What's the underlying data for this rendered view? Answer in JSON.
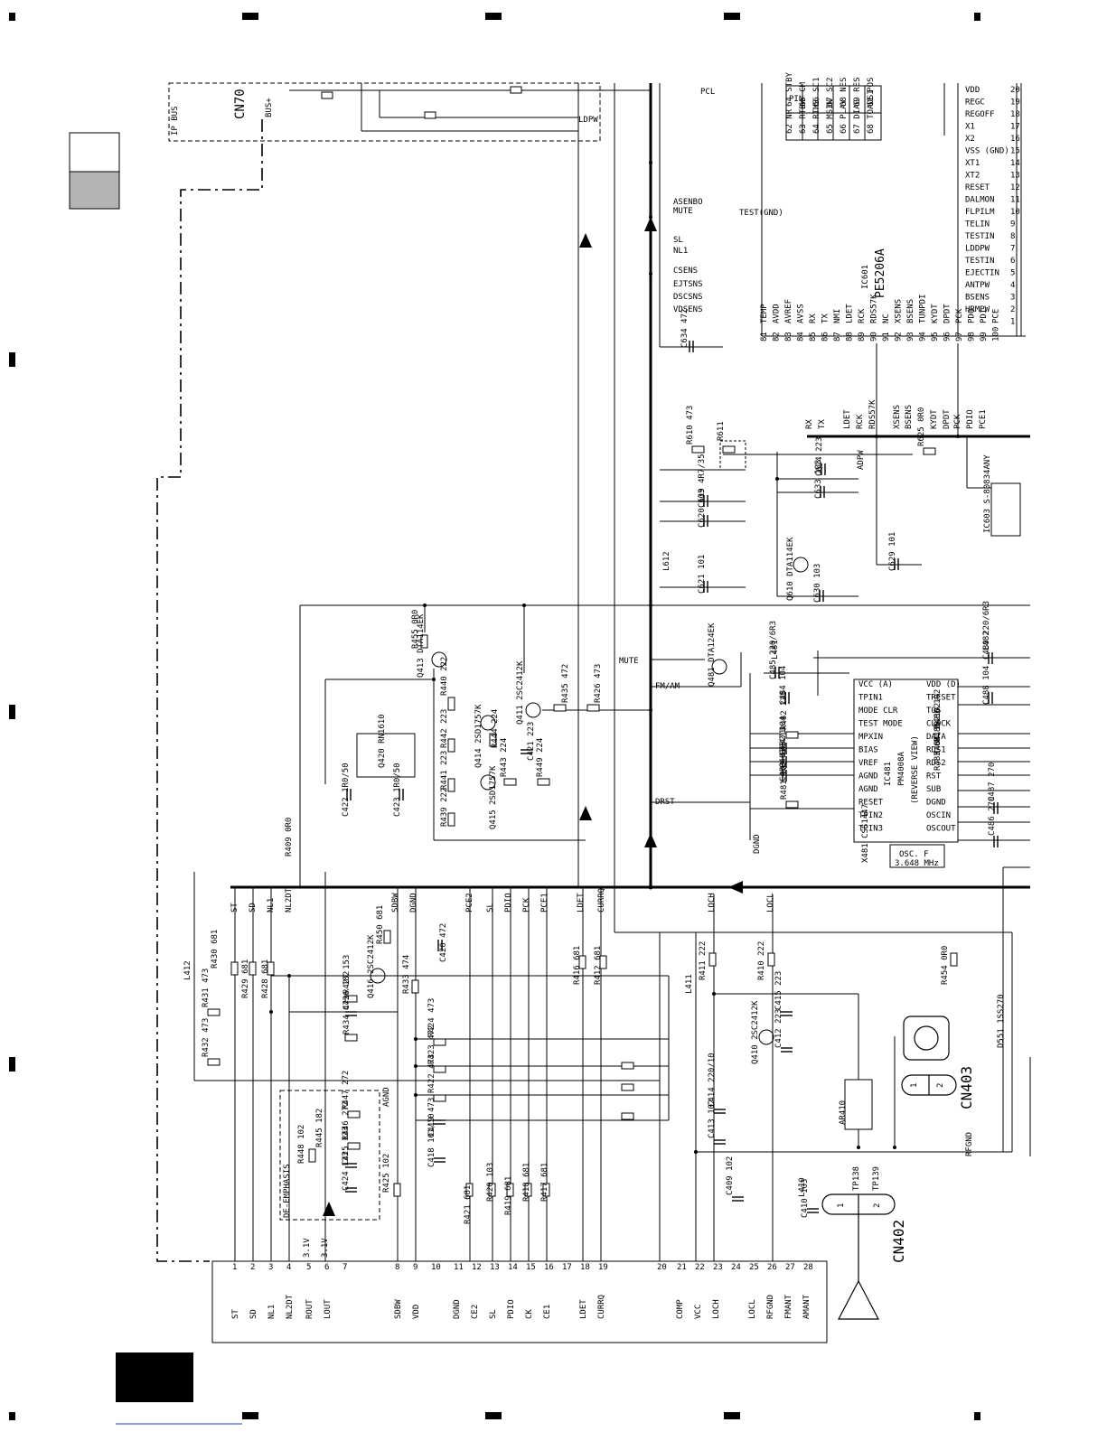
{
  "bus_labels": {
    "ip_bus": "IP BUS",
    "cn7": "CN70",
    "bus_plus": "BUS+"
  },
  "connector_bottom": {
    "pins": [
      "1",
      "2",
      "3",
      "4",
      "5",
      "6",
      "7",
      "8",
      "9",
      "10",
      "11",
      "12",
      "13",
      "14",
      "15",
      "16",
      "17",
      "18",
      "19",
      "20",
      "21",
      "22",
      "23",
      "24",
      "25",
      "26",
      "27",
      "28"
    ],
    "names": [
      "ST",
      "SD",
      "NL1",
      "NL2DT",
      "ROUT",
      "LOUT",
      "",
      "SDBW",
      "VDD",
      "",
      "DGND",
      "CE2",
      "SL",
      "PDIO",
      "CK",
      "CE1",
      "",
      "LDET",
      "CURRQ",
      "",
      "COMP",
      "VCC",
      "LOCH",
      "",
      "LOCL",
      "RFGND",
      "FMANT",
      "AMANT"
    ],
    "volt_labels": [
      "3.1V",
      "3.1V"
    ]
  },
  "bus_signals_lower": [
    "ST",
    "SD",
    "NL1",
    "NL2DT",
    "SDBW",
    "DGND",
    "PCE2",
    "SL",
    "PDIO",
    "PCK",
    "PCE1",
    "LDET",
    "CURRQ",
    "LOCH",
    "LOCL"
  ],
  "ic601": {
    "ref": "IC601",
    "part": "PE5206A"
  },
  "ic601_left_signals": [
    "SL",
    "NL1",
    "CSENS",
    "EJTSNS",
    "DSCSNS",
    "VDSENS",
    "ASENBO",
    "MUTE"
  ],
  "ic601_bottom_pins": {
    "numbers": [
      "81",
      "82",
      "83",
      "84",
      "85",
      "86",
      "87",
      "88",
      "89",
      "90",
      "91",
      "92",
      "93",
      "94",
      "95",
      "96",
      "97",
      "98",
      "99",
      "100"
    ],
    "names": [
      "TEMP",
      "AVDD",
      "AVREF",
      "AVSS",
      "RX",
      "TX",
      "NMI",
      "LDET",
      "RCK",
      "RDS57K",
      "NC",
      "XSENS",
      "BSENS",
      "TUNPDI",
      "KYDT",
      "DPDT",
      "PCK",
      "PDO",
      "PDI",
      "PCE"
    ]
  },
  "ic601_right_pins": {
    "numbers": [
      "20",
      "19",
      "18",
      "17",
      "16",
      "15",
      "14",
      "13",
      "12",
      "11",
      "10",
      "9",
      "8",
      "7",
      "6",
      "5",
      "4",
      "3",
      "2",
      "1"
    ],
    "names": [
      "VDD",
      "REGC",
      "REGOFF",
      "X1",
      "X2",
      "VSS (GND)",
      "XT1",
      "XT2",
      "RESET",
      "DALMON",
      "FLPILM",
      "TELIN",
      "TESTIN",
      "LDDPW",
      "TESTIN",
      "EJECTIN",
      "ANTPW",
      "BSENS",
      "HRMPW",
      ""
    ]
  },
  "pin_table": {
    "header": [
      "PIN",
      ""
    ],
    "rows": [
      [
        "64",
        "STBY"
      ],
      [
        "65",
        "CM"
      ],
      [
        "66",
        "SC1"
      ],
      [
        "67",
        "SC2"
      ],
      [
        "68",
        "NES"
      ],
      [
        "69",
        "RES"
      ],
      [
        "61",
        "POS"
      ],
      [
        "62",
        "NR"
      ],
      [
        "63",
        "RTBW"
      ],
      [
        "64",
        "RTMS"
      ],
      [
        "65",
        "MSIN"
      ],
      [
        "66",
        "PLAY"
      ],
      [
        "67",
        "DIAG"
      ],
      [
        "68",
        "TOADSI"
      ]
    ]
  },
  "ic481": {
    "ref": "IC481",
    "part": "PM4008A",
    "view": "(REVERSE VIEW)",
    "left_pins": [
      "VCC (A)",
      "TPIN1",
      "MODE CLR",
      "TEST MODE",
      "MPXIN",
      "BIAS",
      "VREF",
      "AGND",
      "AGND",
      "RESET",
      "TPIN2",
      "TPIN3"
    ],
    "right_pins": [
      "VDD (D)",
      "TRESET",
      "TOS",
      "CLOCK",
      "DATA",
      "RDS1",
      "RDS2",
      "RST",
      "SUB",
      "DGND",
      "OSCIN",
      "OSCOUT"
    ]
  },
  "osc_box": {
    "line1": "OSC. F",
    "line2": "3.648 MHz"
  },
  "transistors": [
    "Q481 DTA124EK",
    "Q413 DTA114EK",
    "Q414 2SD1757K",
    "Q411 2SC2412K",
    "Q415 2SD1757K",
    "Q416 2SC2412K",
    "Q410 2SC2412K",
    "Q610 DTA114EK",
    "Q420 RN1610"
  ],
  "components": [
    "R455 0R0",
    "R440 222",
    "R442 223",
    "R441 223",
    "R439 222",
    "R435 472",
    "R426 473",
    "R444 224",
    "R443 224",
    "R449 224",
    "C421 223",
    "C422 1R0/50",
    "C423 1R0/50",
    "R409 0R0",
    "L412",
    "R430 681",
    "R429 681",
    "R428 681",
    "R431 473",
    "R432 473",
    "R427 153",
    "C426 182",
    "R434 473",
    "R450 681",
    "C420 472",
    "R433 474",
    "R424 473",
    "R423 472",
    "R422 473",
    "C419 473",
    "C418 101/10",
    "R421 681",
    "R420 103",
    "R419 681",
    "R418 681",
    "R417 681",
    "R425 102",
    "R448 102",
    "R445 182",
    "R447 272",
    "R446 272",
    "C425 123",
    "C424 123",
    "R416 681",
    "R412 681",
    "R411 222",
    "R410 222",
    "C415 223",
    "C412 223",
    "L411",
    "C414 220/10",
    "C413 102",
    "C409 102",
    "C410 103",
    "L410",
    "AR410",
    "R454 0R0",
    "D551 1SS270",
    "C634 472",
    "R610 473",
    "R611",
    "C624 223",
    "C633 103",
    "C619 4R7/35",
    "C620 103",
    "L612",
    "C621 101",
    "C629 101",
    "C630 103",
    "R625 0R0",
    "L481",
    "C485 220/6R3",
    "C484 104",
    "C482 104",
    "C481 471",
    "C483 471",
    "R482 225",
    "R481 102",
    "L482",
    "C489 220/6R3",
    "C488 104",
    "R486 102",
    "R485 102",
    "R484 102",
    "R483 681",
    "C487 270",
    "C486 270",
    "X481 CSS1447",
    "IC603 S-80834ANY"
  ],
  "net_labels": [
    "MUTE",
    "FM/AM",
    "DRST",
    "AGND",
    "DGND",
    "ADPW",
    "RFGND",
    "TEST(GND)",
    "PCL",
    "LDPW",
    "TP138",
    "TP139",
    "RX",
    "TX",
    "LDET",
    "RCK",
    "RDS57K",
    "XSENS",
    "BSENS",
    "KYDT",
    "DPDT",
    "PCK",
    "PDIO",
    "PCE1"
  ],
  "de_emphasis": "DE-EMPHASIS",
  "connectors": {
    "cn402": "CN402",
    "cn403": "CN403"
  }
}
